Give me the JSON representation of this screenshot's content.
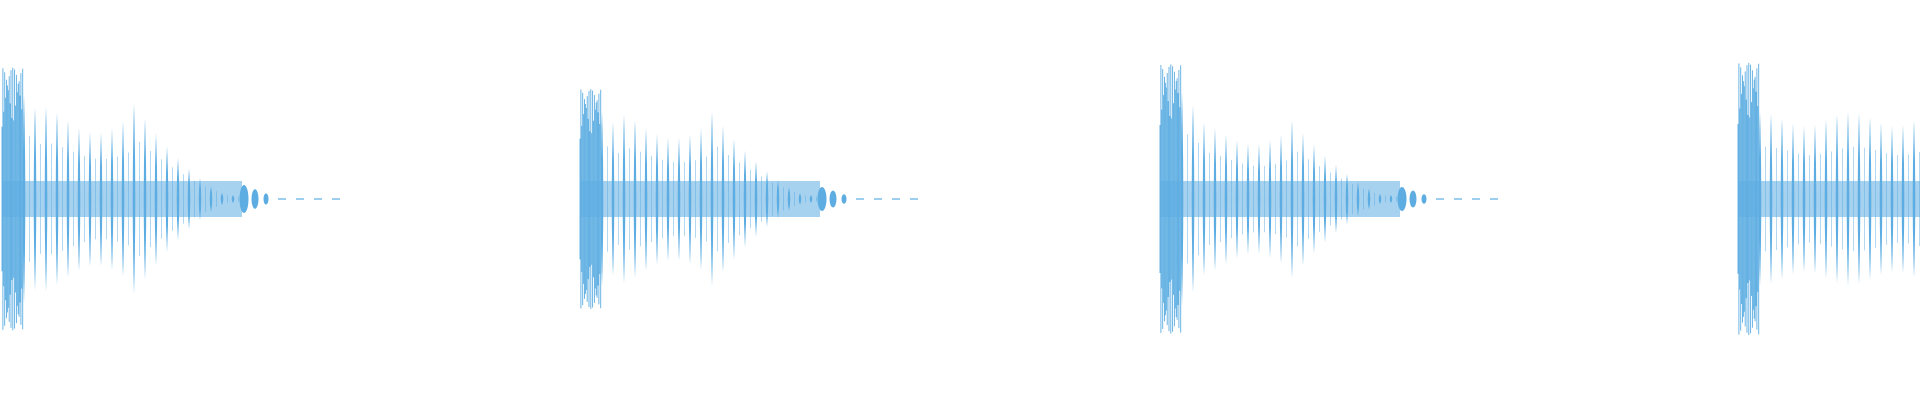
{
  "waveform": {
    "color": "#5DADE2",
    "background": "#FFFFFF",
    "bursts": [
      {
        "id": "burst-1",
        "peak": 0.8,
        "sustain": 0.58,
        "trail": 0.07,
        "clipped": false
      },
      {
        "id": "burst-2",
        "peak": 0.67,
        "sustain": 0.53,
        "trail": 0.06,
        "clipped": false
      },
      {
        "id": "burst-3",
        "peak": 0.82,
        "sustain": 0.48,
        "trail": 0.06,
        "clipped": false
      },
      {
        "id": "burst-4",
        "peak": 0.83,
        "sustain": 0.53,
        "trail": 0.0,
        "clipped": true
      }
    ]
  }
}
